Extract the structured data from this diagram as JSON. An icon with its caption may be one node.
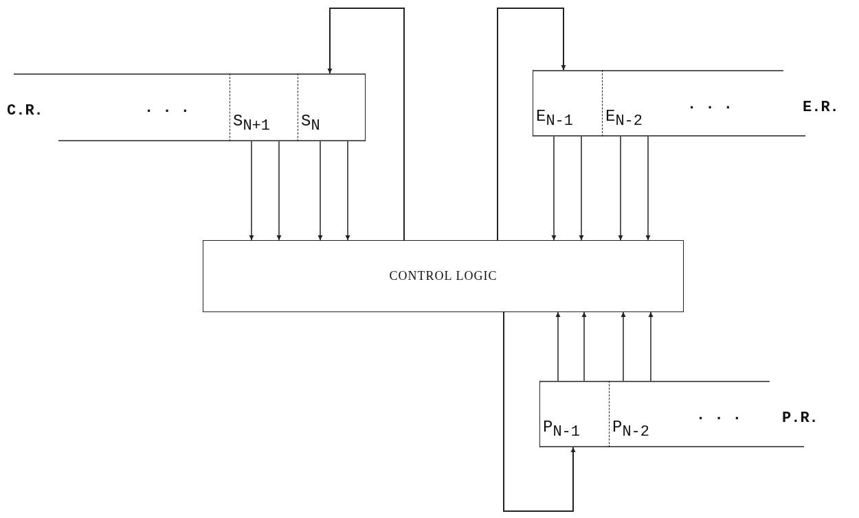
{
  "diagram": {
    "nodes": [
      {
        "text": [
          "C.R.",
          ". . ."
        ]
      },
      {
        "text": [
          "S$_{N+1}$"
        ],
        "in": 0
      },
      {
        "text": [
          "S$_{N}$"
        ],
        "in": 0
      },
      {
        "text": [
          ". . .",
          "E.R."
        ]
      },
      {
        "text": [
          "E$_{N-1}$"
        ],
        "in": 3
      },
      {
        "text": [
          "E$_{N-2}$"
        ],
        "in": 3
      },
      {
        "text": [
          "CONTROL LOGIC"
        ]
      },
      {
        "text": [
          ". . .",
          "P.R."
        ]
      },
      {
        "text": [
          "P$_{N-1}$"
        ],
        "in": 7
      },
      {
        "text": [
          "P$_{N-2}$"
        ],
        "in": 7
      }
    ],
    "edges": [
      {
        "from": 6,
        "to": 2,
        "arrow": "to"
      },
      {
        "from": 6,
        "to": 4,
        "arrow": "to"
      },
      {
        "from": 1,
        "to": 6,
        "arrow": "to"
      },
      {
        "from": 1,
        "to": 6,
        "arrow": "to"
      },
      {
        "from": 2,
        "to": 6,
        "arrow": "to"
      },
      {
        "from": 2,
        "to": 6,
        "arrow": "to"
      },
      {
        "from": 4,
        "to": 6,
        "arrow": "to"
      },
      {
        "from": 4,
        "to": 6,
        "arrow": "to"
      },
      {
        "from": 5,
        "to": 6,
        "arrow": "to"
      },
      {
        "from": 5,
        "to": 6,
        "arrow": "to"
      },
      {
        "from": 8,
        "to": 6,
        "arrow": "to"
      },
      {
        "from": 8,
        "to": 6,
        "arrow": "to"
      },
      {
        "from": 9,
        "to": 6,
        "arrow": "to"
      },
      {
        "from": 9,
        "to": 6,
        "arrow": "to"
      },
      {
        "from": 6,
        "to": 8,
        "arrow": "to"
      }
    ]
  }
}
